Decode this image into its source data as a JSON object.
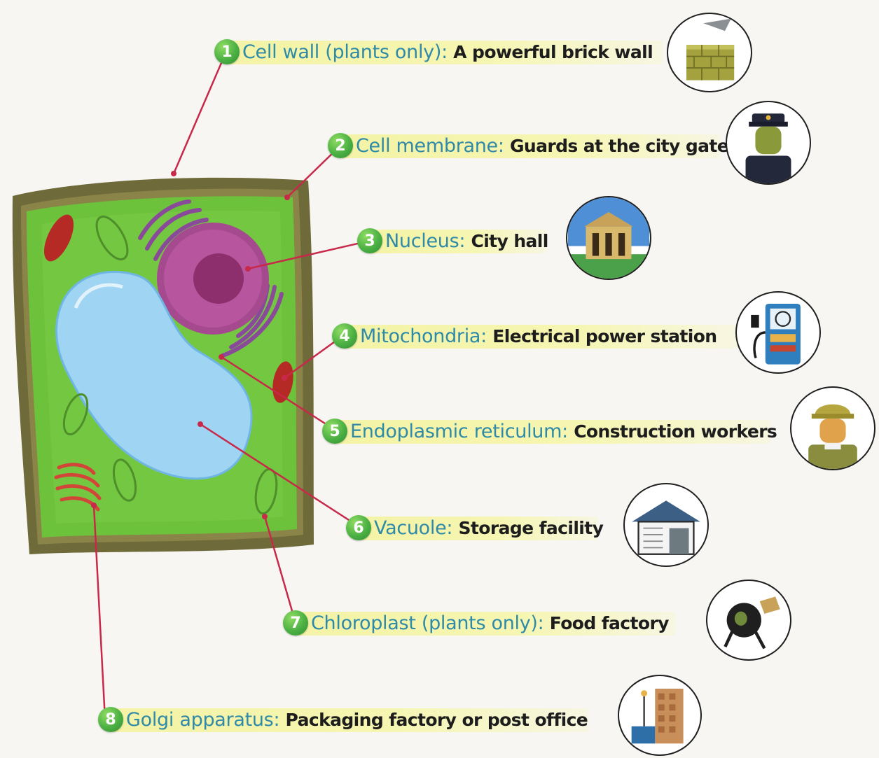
{
  "items": [
    {
      "num": "1",
      "term": "Cell wall (plants only):",
      "desc": "A powerful brick wall",
      "icon": "brick-wall-icon"
    },
    {
      "num": "2",
      "term": "Cell membrane:",
      "desc": "Guards at the city gates",
      "icon": "guard-icon"
    },
    {
      "num": "3",
      "term": "Nucleus:",
      "desc": "City hall",
      "icon": "city-hall-icon"
    },
    {
      "num": "4",
      "term": "Mitochondria:",
      "desc": "Electrical power station",
      "icon": "power-station-icon"
    },
    {
      "num": "5",
      "term": "Endoplasmic reticulum:",
      "desc": "Construction workers",
      "icon": "construction-worker-icon"
    },
    {
      "num": "6",
      "term": "Vacuole:",
      "desc": "Storage facility",
      "icon": "storage-facility-icon"
    },
    {
      "num": "7",
      "term": "Chloroplast (plants only):",
      "desc": "Food factory",
      "icon": "food-factory-icon"
    },
    {
      "num": "8",
      "term": "Golgi apparatus:",
      "desc": "Packaging factory or post office",
      "icon": "post-office-icon"
    }
  ],
  "colors": {
    "leader_line": "#c8284a",
    "term_text": "#2f8aa8",
    "desc_text": "#1d1d1d",
    "highlight_band": "#f4f3a6",
    "number_badge": "#4bb043",
    "cell_wall": "#6e6a3a",
    "cytoplasm": "#6cc23b",
    "nucleus": "#a54a8f",
    "vacuole": "#9fd4f2",
    "mitochondria": "#b52a25"
  }
}
